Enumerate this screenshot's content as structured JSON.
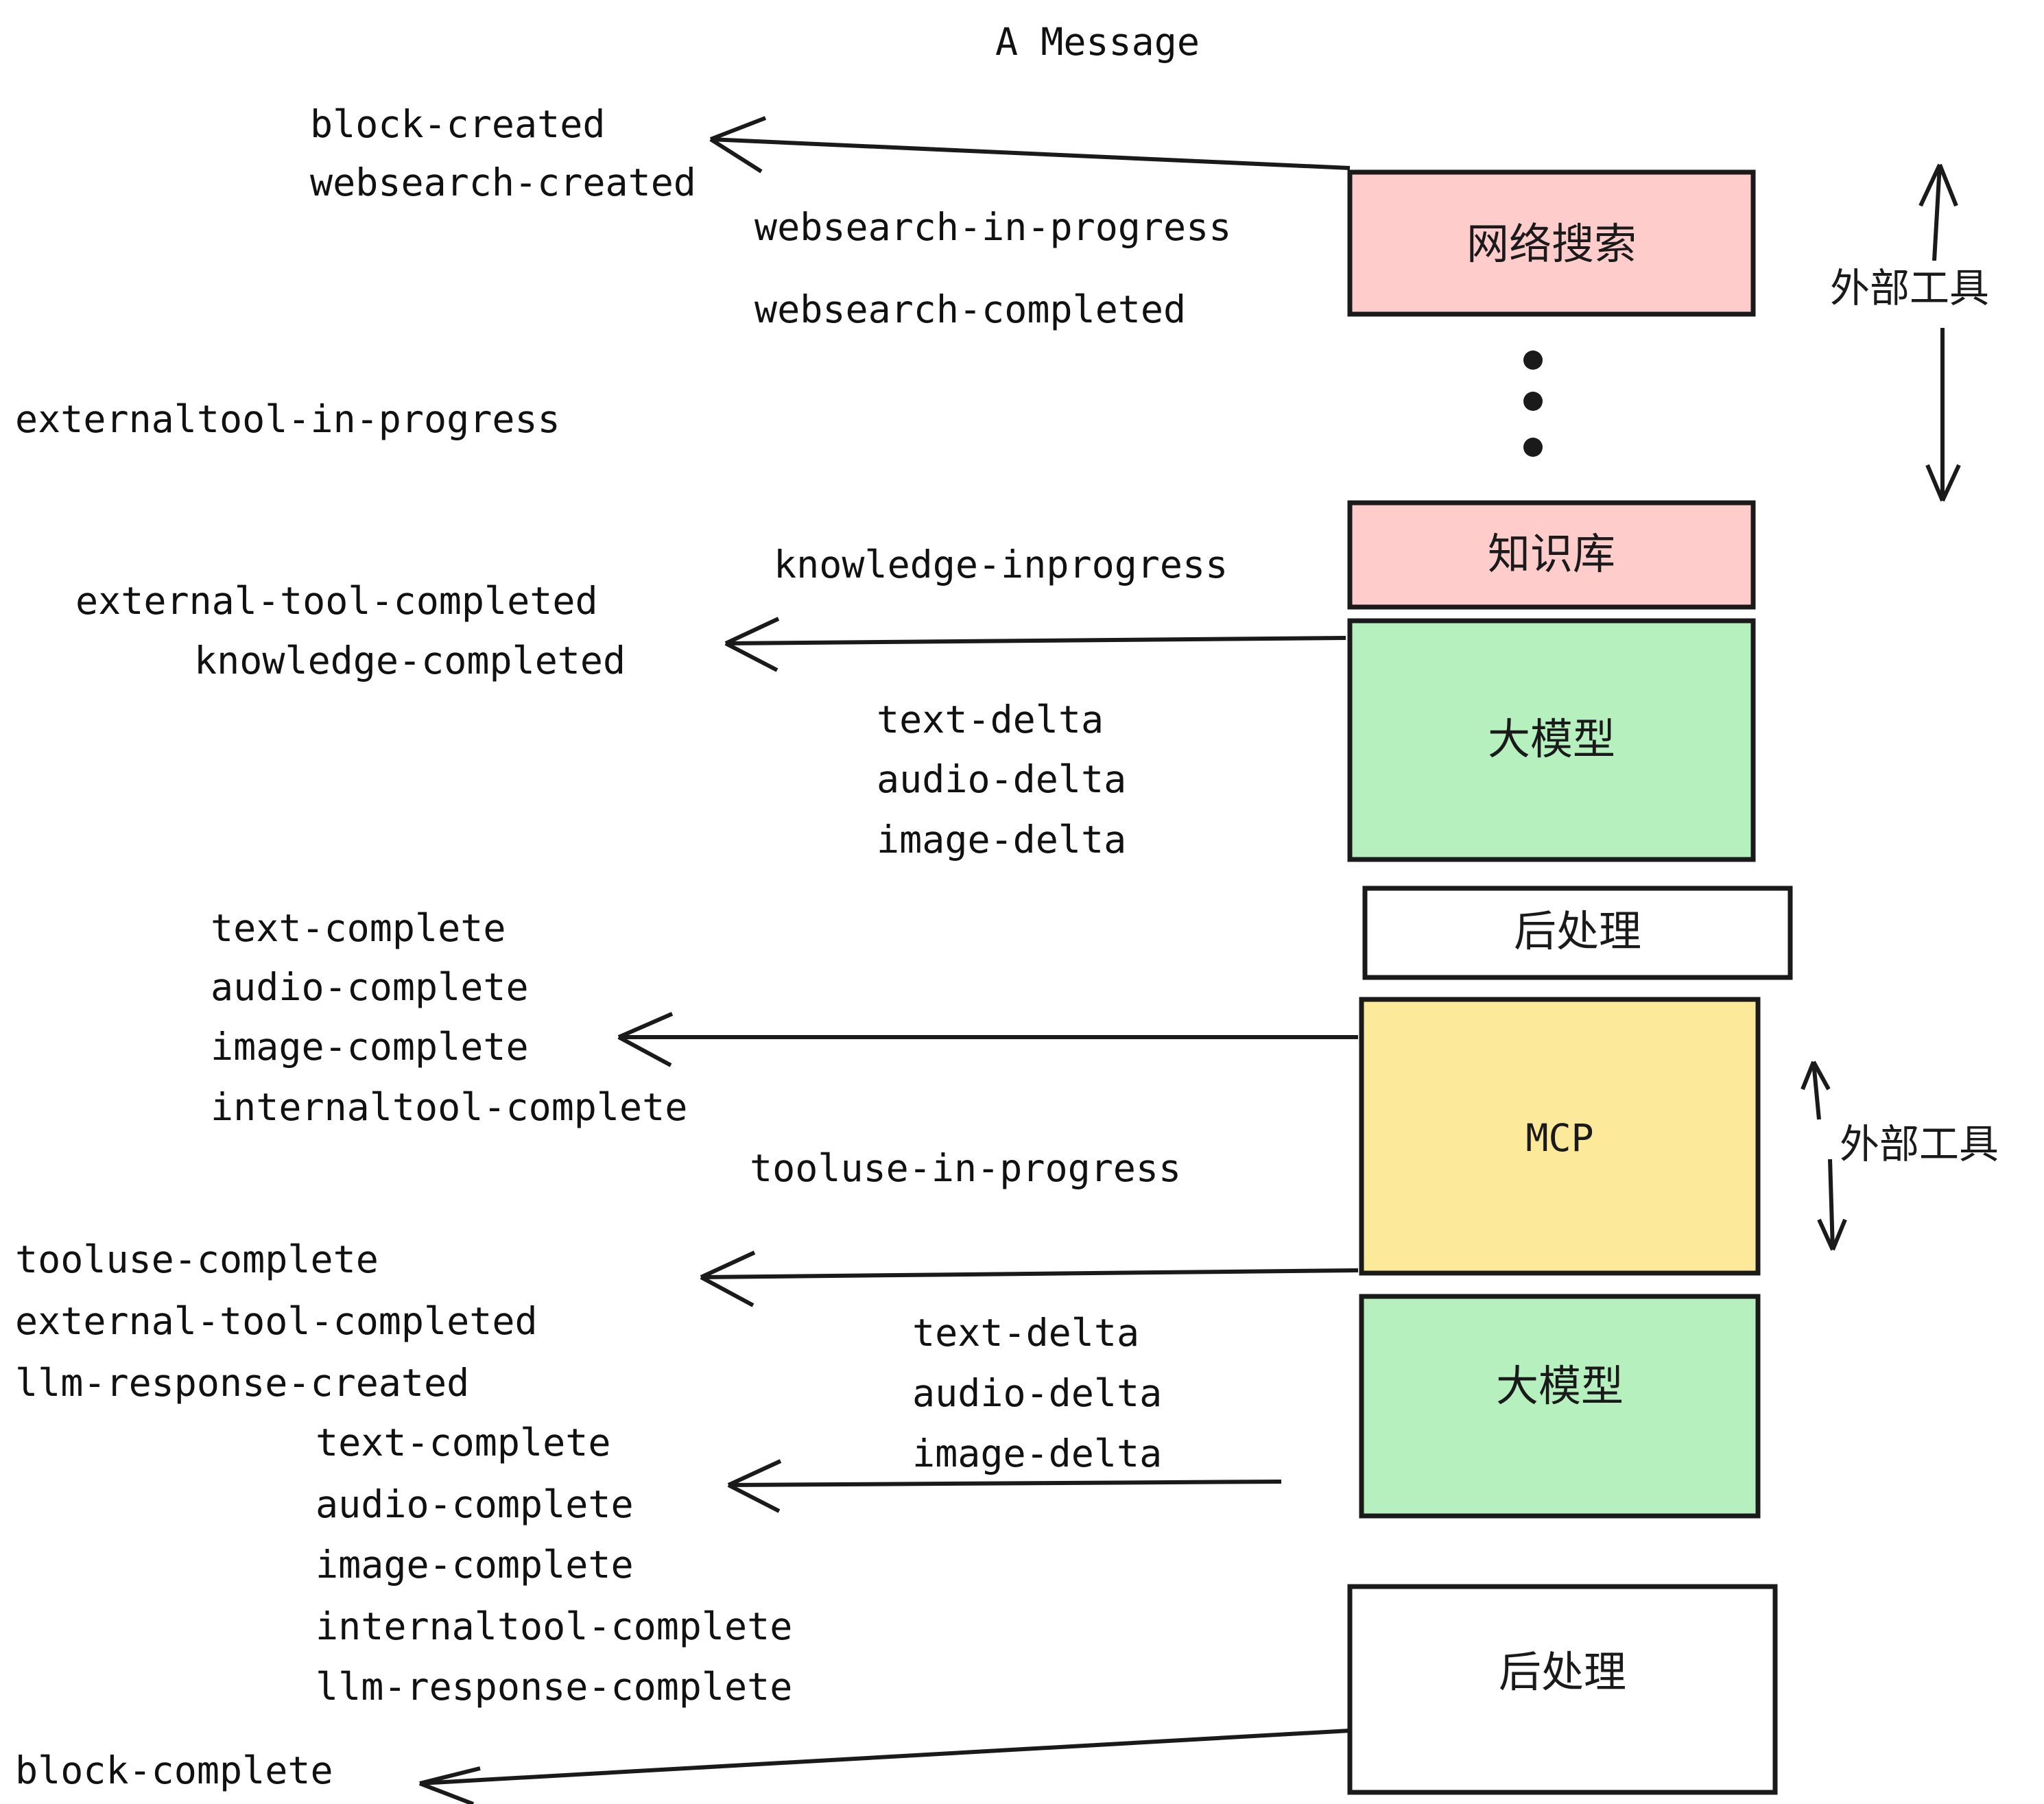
{
  "title": "A Message",
  "colors": {
    "pink": "#FFCCCC",
    "green": "#B5F0BE",
    "yellow": "#FCE99A",
    "white": "#FFFFFF",
    "stroke": "#1A1A1A",
    "background": "#FFFFFF"
  },
  "nodes": [
    {
      "id": "websearch",
      "label": "网络搜索",
      "fill": "#FFCCCC",
      "script": "cjk"
    },
    {
      "id": "knowledge",
      "label": "知识库",
      "fill": "#FFCCCC",
      "script": "cjk"
    },
    {
      "id": "llm1",
      "label": "大模型",
      "fill": "#B5F0BE",
      "script": "cjk"
    },
    {
      "id": "post1",
      "label": "后处理",
      "fill": "#FFFFFF",
      "script": "cjk"
    },
    {
      "id": "mcp",
      "label": "MCP",
      "fill": "#FCE99A",
      "script": "latin"
    },
    {
      "id": "llm2",
      "label": "大模型",
      "fill": "#B5F0BE",
      "script": "cjk"
    },
    {
      "id": "post2",
      "label": "后处理",
      "fill": "#FFFFFF",
      "script": "cjk"
    }
  ],
  "side_labels": [
    {
      "id": "external-tools-top",
      "text": "外部工具"
    },
    {
      "id": "external-tools-bottom",
      "text": "外部工具"
    }
  ],
  "events": [
    {
      "id": "e01",
      "text": "block-created"
    },
    {
      "id": "e02",
      "text": "websearch-created"
    },
    {
      "id": "e03",
      "text": "websearch-in-progress"
    },
    {
      "id": "e04",
      "text": "websearch-completed"
    },
    {
      "id": "e05",
      "text": "externaltool-in-progress"
    },
    {
      "id": "e06",
      "text": "knowledge-inprogress"
    },
    {
      "id": "e07",
      "text": "external-tool-completed"
    },
    {
      "id": "e08",
      "text": "knowledge-completed"
    },
    {
      "id": "e09",
      "text": "text-delta"
    },
    {
      "id": "e10",
      "text": "audio-delta"
    },
    {
      "id": "e11",
      "text": "image-delta"
    },
    {
      "id": "e12",
      "text": "text-complete"
    },
    {
      "id": "e13",
      "text": "audio-complete"
    },
    {
      "id": "e14",
      "text": "image-complete"
    },
    {
      "id": "e15",
      "text": "internaltool-complete"
    },
    {
      "id": "e16",
      "text": "tooluse-in-progress"
    },
    {
      "id": "e17",
      "text": "tooluse-complete"
    },
    {
      "id": "e18",
      "text": "external-tool-completed"
    },
    {
      "id": "e19",
      "text": "llm-response-created"
    },
    {
      "id": "e20",
      "text": "text-delta"
    },
    {
      "id": "e21",
      "text": "audio-delta"
    },
    {
      "id": "e22",
      "text": "image-delta"
    },
    {
      "id": "e23",
      "text": "text-complete"
    },
    {
      "id": "e24",
      "text": "audio-complete"
    },
    {
      "id": "e25",
      "text": "image-complete"
    },
    {
      "id": "e26",
      "text": "internaltool-complete"
    },
    {
      "id": "e27",
      "text": "llm-response-complete"
    },
    {
      "id": "e28",
      "text": "block-complete"
    }
  ],
  "ellipsis": {
    "id": "vertical-ellipsis",
    "dots": 3
  }
}
